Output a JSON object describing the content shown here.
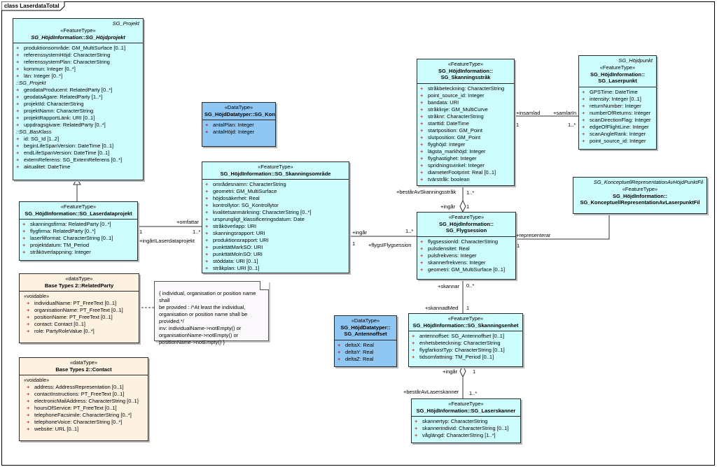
{
  "frame_title": "class LaserdataTotal",
  "colors": {
    "feature_type": "#cdfcfc",
    "data_type": "#8fc6f2",
    "base_type": "#fdf1e2",
    "visibility": "#a00000"
  },
  "projekt": {
    "pkg": "SG_Projekt",
    "stereo": "«FeatureType»",
    "name": "SG_HöjdInformation::SG_Höjdprojekt",
    "attrs": [
      "produktionsområde: GM_MultiSurface [0..1]",
      "referenssystemHöjd: CharacterString",
      "referenssystemPlan: CharacterString",
      "kommun: Integer [0..*]",
      "län: Integer [0..*]"
    ],
    "grp1": "::SG_Projekt",
    "attrs2": [
      "geodataProducent: RelatedParty [0..*]",
      "geodataÄgare: RelatedParty [1..*]",
      "projektId: CharacterString",
      "projektNamn: CharacterString",
      "projektRapportLänk: URI [0..1]",
      "uppdragsgivare: RelatedParty [0..*]"
    ],
    "grp2": "::SG_BasKlass",
    "attrs3": [
      "id: SG_Id [1..2]",
      "beginLifeSpanVersion: DateTime [0..1]",
      "endLifeSpanVersion: DateTime [0..1]",
      "externReferens: SG_ExternReferens [0..*]",
      "aktualitet: DateTime"
    ]
  },
  "kontrollytor": {
    "stereo": "«DataType»",
    "name": "SG_HöjdDatatyper::SG_Kontrollytor",
    "attrs": [
      "antalPlan: Integer",
      "antalHöjd: Integer"
    ]
  },
  "laserdataprojekt": {
    "stereo": "«FeatureType»",
    "name": "SG_HöjdInformation::SG_Laserdataprojekt",
    "attrs": [
      "skanningsfirma: RelatedParty [0..*]",
      "flygfirma: RelatedParty [0..*]",
      "laserfilformat: CharacterString [0..1]",
      "projektdatum: TM_Period",
      "stråköverlappning: Integer"
    ]
  },
  "skanningsomrade": {
    "stereo": "«FeatureType»",
    "name": "SG_HöjdInformation::SG_Skanningsområde",
    "attrs": [
      "områdesnamn: CharacterString",
      "geometri: GM_MultiSurface",
      "höjdosäkerhet: Real",
      "kontrollytor: SG_Kontrollytor",
      "kvalitetsanmärkning: CharacterString [0..*]",
      "ursprungligt_klassificeringsdatum: Date",
      "stråköverlapp: URI",
      "skanningsrapport: URI",
      "produktionsrapport: URI",
      "punkttätMarkSO: URI",
      "punkttätMolnSO: URI",
      "stöddata: URI [0..1]",
      "stråkplan: URI [0..1]"
    ]
  },
  "skanningsstrak": {
    "stereo": "«FeatureType»",
    "name": "SG_HöjdInformation:: SG_Skanningsstråk",
    "attrs": [
      "stråkbeteckning: CharacterString",
      "point_source_id: Integer",
      "bandata: URI",
      "stråklinje: GM_MultiCurve",
      "stråknr: CharacterString",
      "starttid: DateTime",
      "startposition: GM_Point",
      "slutposition: GM_Point",
      "flyghöjd: Integer",
      "lägsta_markhöjd: Integer",
      "flyghastighet: Integer",
      "spridningsvinkel: Integer",
      "diameterFootprint: Real [0..1]",
      "tvärstråk: boolean"
    ]
  },
  "laserpunkt": {
    "pkg": "SG_Höjdpunkt",
    "stereo": "«FeatureType»",
    "name": "SG_HöjdInformation:: SG_Laserpunkt",
    "attrs": [
      "GPSTime: DateTime",
      "intensity: Integer [0..1]",
      "returnNumber: Integer",
      "numberOfReturns: Integer",
      "scanDirectionFlag: Integer",
      "edgeOfFlightLine: Integer",
      "scanAngleRank: Integer",
      "point_source_id: Integer"
    ]
  },
  "konceptuell": {
    "pkg": "SG_KonceptuellRepresentationAvHöjdPunktFil",
    "stereo": "«FeatureType»",
    "name": "SG_HöjdInformation:: SG_KonceptuellRepresentationAvLaserpunktFil"
  },
  "flygsession": {
    "stereo": "«FeatureType»",
    "name": "SG_HöjdInformation:: SG_Flygsession",
    "attrs": [
      "flygsessionId: CharacterString",
      "pulsdensitet: Real",
      "pulsfrekvens: Integer",
      "skannerfrekvens: Integer",
      "geometri: GM_MultiSurface [0..1]"
    ]
  },
  "relatedparty": {
    "stereo": "«dataType»",
    "name": "Base Types 2::RelatedParty",
    "grp": "«voidable»",
    "attrs": [
      "individualName: PT_FreeText [0..1]",
      "organisationName: PT_FreeText [0..1]",
      "positionName: PT_FreeText [0..1]",
      "contact: Contact [0..1]",
      "role: PartyRoleValue [0..*]"
    ]
  },
  "contact": {
    "stereo": "«dataType»",
    "name": "Base Types 2::Contact",
    "grp": "«voidable»",
    "attrs": [
      "address: AddressRepresentation [0..1]",
      "contactInstructions: PT_FreeText [0..1]",
      "electronicMailAddress: CharacterString [0..1]",
      "hoursOfService: PT_FreeText [0..1]",
      "telephoneFacsimile: CharacterString [0..*]",
      "telephoneVoice: CharacterString [0..*]",
      "website: URL [0..1]"
    ]
  },
  "note": {
    "text": "{ individual, organisation or position name shall\nbe provided : /*At least the individual,\norganisation or position name shall be\nprovided.*/\ninv: individualName->notEmpty() or\norganisationName->notEmpty() or\npositionName->notEmpty() }"
  },
  "antennoffset": {
    "stereo": "«DataType»",
    "name": "SG_HöjdDatatyper:: SG_Antennoffset",
    "attrs": [
      "deltaX: Real",
      "deltaY: Real",
      "deltaZ: Real"
    ]
  },
  "skanningsenhet": {
    "stereo": "«FeatureType»",
    "name": "SG_HöjdInformation::SG_Skanningsenhet",
    "attrs": [
      "antennoffset: SG_Antennoffset [0..1]",
      "enhetsbeteckning: CharacterString",
      "flygfarkostTyp: CharacterString [0..1]",
      "tidsomfattning: TM_Period [0..1]"
    ]
  },
  "laserskanner": {
    "stereo": "«FeatureType»",
    "name": "SG_HöjdInformation::SG_Laserskanner",
    "attrs": [
      "skannertyp: CharacterString",
      "skannerindivid: CharacterString [0..1]",
      "våglängd: CharacterString [1..*]"
    ]
  },
  "visibility_symbol": "+",
  "labels": {
    "omfattar": "+omfattar",
    "m1a": "1",
    "m1b": "1..*",
    "ingar_lp": "+ingårILaserdataprojekt",
    "ingar_fs": "+ingår",
    "m2a": "1..*",
    "flygs": "+flygsIFlygsession",
    "m2b": "1",
    "bestar": "+bestårAvSkanningsstråk",
    "m3a": "1..*",
    "ingar2": "+ingår",
    "m3b": "1",
    "insamlad": "+insamlad",
    "samlarin": "+samlarIn",
    "m4a": "1",
    "m4b": "1..*",
    "representerar": "+representerar",
    "m5": "1",
    "skannar": "+skannar",
    "m6a": "0..*",
    "skannadmed": "+skannadMed",
    "m6b": "1",
    "ingar3": "+ingår",
    "m7a": "1",
    "bestarls": "+bestårAvLaserskanner",
    "m7b": "1..*"
  }
}
